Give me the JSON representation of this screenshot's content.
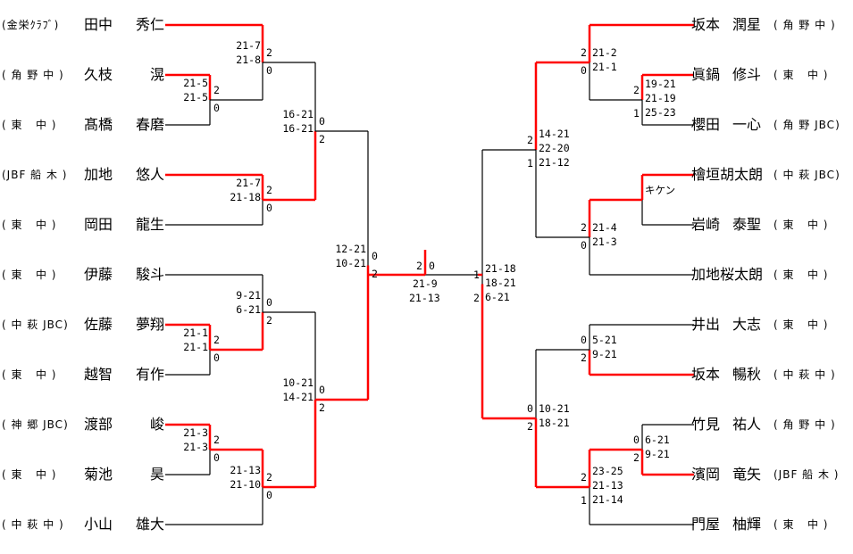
{
  "colors": {
    "winner_line": "#ff0000",
    "loser_line": "#000000"
  },
  "left": {
    "players": [
      {
        "team": "(金栄ｸﾗﾌﾞ)",
        "family": "田中",
        "given": "秀仁"
      },
      {
        "team": "( 角 野 中 )",
        "family": "久枝",
        "given": "滉"
      },
      {
        "team": "( 東   中 )",
        "family": "髙橋",
        "given": "春磨"
      },
      {
        "team": "(JBF 船 木 )",
        "family": "加地",
        "given": "悠人"
      },
      {
        "team": "( 東   中 )",
        "family": "岡田",
        "given": "龍生"
      },
      {
        "team": "( 東   中 )",
        "family": "伊藤",
        "given": "駿斗"
      },
      {
        "team": "( 中 萩 JBC)",
        "family": "佐藤",
        "given": "夢翔"
      },
      {
        "team": "( 東   中 )",
        "family": "越智",
        "given": "有作"
      },
      {
        "team": "( 神 郷 JBC)",
        "family": "渡部",
        "given": "峻"
      },
      {
        "team": "( 東   中 )",
        "family": "菊池",
        "given": "昊"
      },
      {
        "team": "( 中 萩 中 )",
        "family": "小山",
        "given": "雄大"
      }
    ],
    "matches": [
      {
        "id": "L1",
        "scores": [
          "21-5",
          "21-5"
        ],
        "games": [
          "2",
          "0"
        ]
      },
      {
        "id": "L2",
        "scores": [
          "21-7",
          "21-8"
        ],
        "games": [
          "2",
          "0"
        ]
      },
      {
        "id": "L3",
        "scores": [
          "21-7",
          "21-18"
        ],
        "games": [
          "2",
          "0"
        ]
      },
      {
        "id": "L4",
        "scores": [
          "16-21",
          "16-21"
        ],
        "games": [
          "0",
          "2"
        ]
      },
      {
        "id": "L5",
        "scores": [
          "21-1",
          "21-1"
        ],
        "games": [
          "2",
          "0"
        ]
      },
      {
        "id": "L6",
        "scores": [
          "9-21",
          "6-21"
        ],
        "games": [
          "0",
          "2"
        ]
      },
      {
        "id": "L7",
        "scores": [
          "21-3",
          "21-3"
        ],
        "games": [
          "2",
          "0"
        ]
      },
      {
        "id": "L8",
        "scores": [
          "21-13",
          "21-10"
        ],
        "games": [
          "2",
          "0"
        ]
      },
      {
        "id": "L9",
        "scores": [
          "10-21",
          "14-21"
        ],
        "games": [
          "0",
          "2"
        ]
      },
      {
        "id": "L10",
        "scores": [
          "12-21",
          "10-21"
        ],
        "games": [
          "0",
          "2"
        ]
      }
    ]
  },
  "right": {
    "players": [
      {
        "team": "( 角 野 中 )",
        "family": "坂本",
        "given": "潤星"
      },
      {
        "team": "( 東   中 )",
        "family": "眞鍋",
        "given": "修斗"
      },
      {
        "team": "( 角 野 JBC)",
        "family": "櫻田",
        "given": "一心"
      },
      {
        "team": "( 中 萩 JBC)",
        "family": "檜垣胡太朗",
        "given": ""
      },
      {
        "team": "( 東   中 )",
        "family": "岩崎",
        "given": "泰聖"
      },
      {
        "team": "( 東   中 )",
        "family": "加地桜太朗",
        "given": ""
      },
      {
        "team": "( 東   中 )",
        "family": "井出",
        "given": "大志"
      },
      {
        "team": "( 中 萩 中 )",
        "family": "坂本",
        "given": "暢秋"
      },
      {
        "team": "( 角 野 中 )",
        "family": "竹見",
        "given": "祐人"
      },
      {
        "team": "(JBF 船 木 )",
        "family": "濱岡",
        "given": "竜矢"
      },
      {
        "team": "( 東   中 )",
        "family": "門屋",
        "given": "柚輝"
      }
    ],
    "matches": [
      {
        "id": "R1",
        "scores": [
          "19-21",
          "21-19",
          "25-23"
        ],
        "games": [
          "2",
          "1"
        ]
      },
      {
        "id": "R2",
        "scores": [
          "21-2",
          "21-1"
        ],
        "games": [
          "2",
          "0"
        ]
      },
      {
        "id": "R3",
        "scores": [
          "キケン"
        ],
        "games": []
      },
      {
        "id": "R4",
        "scores": [
          "21-4",
          "21-3"
        ],
        "games": [
          "2",
          "0"
        ]
      },
      {
        "id": "R5",
        "scores": [
          "14-21",
          "22-20",
          "21-12"
        ],
        "games": [
          "2",
          "1"
        ]
      },
      {
        "id": "R6",
        "scores": [
          "5-21",
          "9-21"
        ],
        "games": [
          "0",
          "2"
        ]
      },
      {
        "id": "R7",
        "scores": [
          "6-21",
          "9-21"
        ],
        "games": [
          "0",
          "2"
        ]
      },
      {
        "id": "R8",
        "scores": [
          "23-25",
          "21-13",
          "21-14"
        ],
        "games": [
          "2",
          "1"
        ]
      },
      {
        "id": "R9",
        "scores": [
          "10-21",
          "18-21"
        ],
        "games": [
          "0",
          "2"
        ]
      },
      {
        "id": "R10",
        "scores": [
          "21-18",
          "18-21",
          "6-21"
        ],
        "games": [
          "1",
          "2"
        ]
      }
    ]
  },
  "final": {
    "scores": [
      "21-9",
      "21-13"
    ],
    "games": [
      "2",
      "0"
    ]
  }
}
